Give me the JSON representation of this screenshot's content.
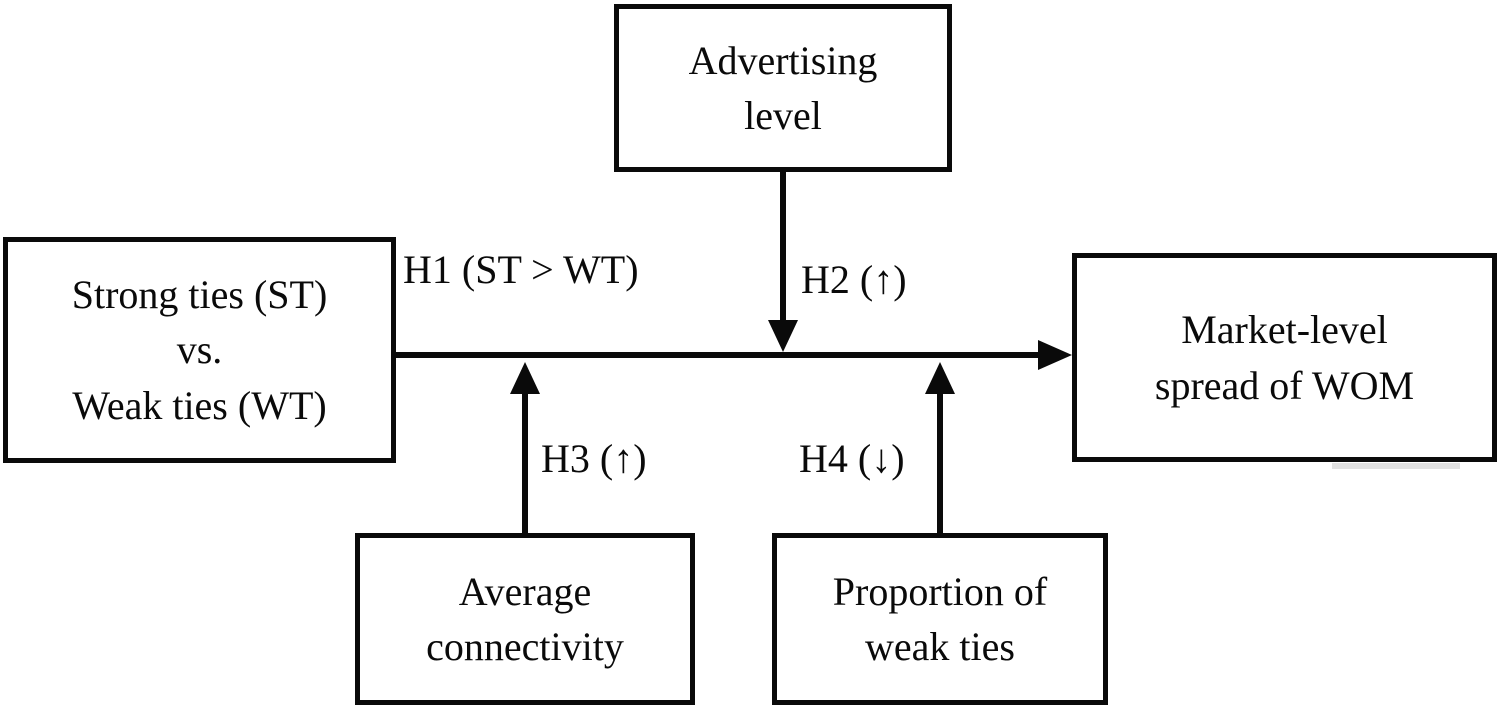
{
  "colors": {
    "background": "#ffffff",
    "box_border": "#0a0a0a",
    "arrow": "#0a0a0a",
    "text": "#0a0a0a"
  },
  "boxes": {
    "advertising": {
      "lines": [
        "Advertising",
        "level"
      ]
    },
    "ties": {
      "lines": [
        "Strong ties (ST)",
        "vs.",
        "Weak ties (WT)"
      ]
    },
    "market": {
      "lines": [
        "Market-level",
        "spread of WOM"
      ]
    },
    "connectivity": {
      "lines": [
        "Average",
        "connectivity"
      ]
    },
    "weak_ties": {
      "lines": [
        "Proportion of",
        "weak ties"
      ]
    }
  },
  "edge_labels": {
    "h1": "H1 (ST > WT)",
    "h2": "H2 (↑)",
    "h3": "H3 (↑)",
    "h4": "H4 (↓)"
  }
}
